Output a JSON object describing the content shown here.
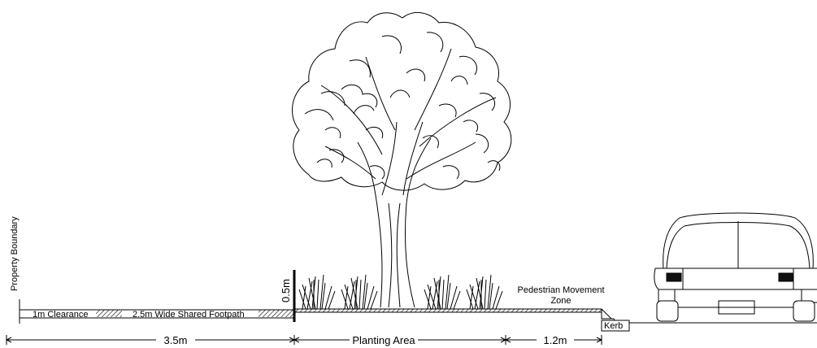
{
  "labels": {
    "property_boundary": "Property Boundary",
    "clearance": "1m Clearance",
    "footpath": "2.5m Wide Shared Footpath",
    "height_dim": "0.5m",
    "pedestrian_line1": "Pedestrian Movement",
    "pedestrian_line2": "Zone",
    "kerb": "Kerb"
  },
  "dimensions": {
    "left": "3.5m",
    "middle": "Planting Area",
    "right": "1.2m"
  }
}
